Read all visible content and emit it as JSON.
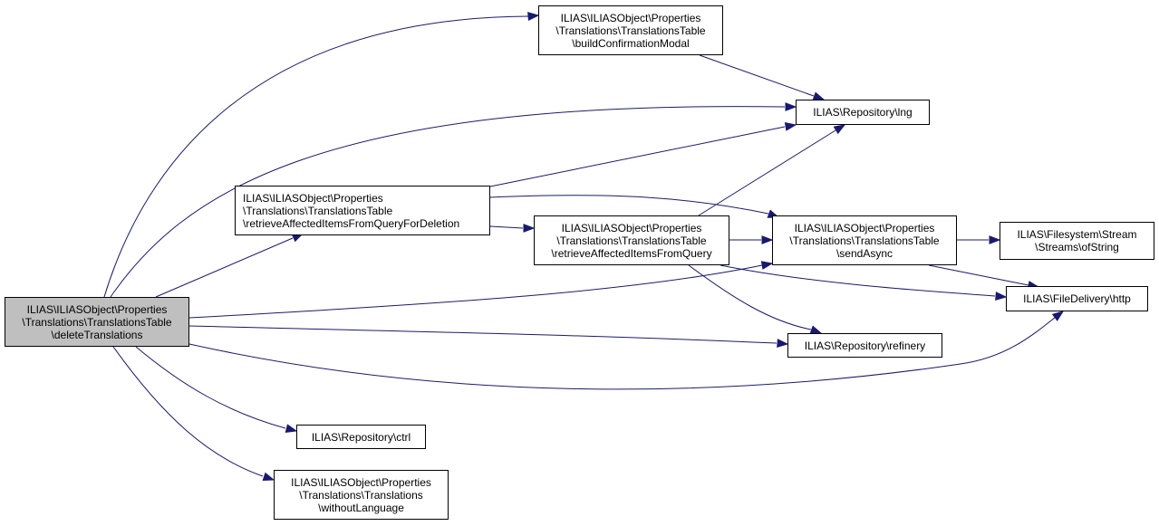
{
  "nodes": {
    "delete_translations": {
      "lines": [
        "ILIAS\\ILIASObject\\Properties",
        "\\Translations\\TranslationsTable",
        "\\deleteTranslations"
      ]
    },
    "build_confirmation_modal": {
      "lines": [
        "ILIAS\\ILIASObject\\Properties",
        "\\Translations\\TranslationsTable",
        "\\buildConfirmationModal"
      ]
    },
    "repository_lng": {
      "lines": [
        "ILIAS\\Repository\\lng"
      ]
    },
    "retrieve_for_deletion": {
      "lines": [
        "ILIAS\\ILIASObject\\Properties",
        "\\Translations\\TranslationsTable",
        "\\retrieveAffectedItemsFromQueryForDeletion"
      ]
    },
    "retrieve_from_query": {
      "lines": [
        "ILIAS\\ILIASObject\\Properties",
        "\\Translations\\TranslationsTable",
        "\\retrieveAffectedItemsFromQuery"
      ]
    },
    "send_async": {
      "lines": [
        "ILIAS\\ILIASObject\\Properties",
        "\\Translations\\TranslationsTable",
        "\\sendAsync"
      ]
    },
    "streams_of_string": {
      "lines": [
        "ILIAS\\Filesystem\\Stream",
        "\\Streams\\ofString"
      ]
    },
    "file_delivery_http": {
      "lines": [
        "ILIAS\\FileDelivery\\http"
      ]
    },
    "repository_refinery": {
      "lines": [
        "ILIAS\\Repository\\refinery"
      ]
    },
    "repository_ctrl": {
      "lines": [
        "ILIAS\\Repository\\ctrl"
      ]
    },
    "without_language": {
      "lines": [
        "ILIAS\\ILIASObject\\Properties",
        "\\Translations\\Translations",
        "\\withoutLanguage"
      ]
    }
  },
  "edges": [
    {
      "from": "delete_translations",
      "to": "build_confirmation_modal"
    },
    {
      "from": "delete_translations",
      "to": "repository_lng"
    },
    {
      "from": "delete_translations",
      "to": "retrieve_for_deletion"
    },
    {
      "from": "delete_translations",
      "to": "send_async"
    },
    {
      "from": "delete_translations",
      "to": "repository_refinery"
    },
    {
      "from": "delete_translations",
      "to": "file_delivery_http"
    },
    {
      "from": "delete_translations",
      "to": "repository_ctrl"
    },
    {
      "from": "delete_translations",
      "to": "without_language"
    },
    {
      "from": "build_confirmation_modal",
      "to": "repository_lng"
    },
    {
      "from": "retrieve_for_deletion",
      "to": "repository_lng"
    },
    {
      "from": "retrieve_for_deletion",
      "to": "send_async"
    },
    {
      "from": "retrieve_for_deletion",
      "to": "retrieve_from_query"
    },
    {
      "from": "retrieve_from_query",
      "to": "repository_lng"
    },
    {
      "from": "retrieve_from_query",
      "to": "send_async"
    },
    {
      "from": "retrieve_from_query",
      "to": "file_delivery_http"
    },
    {
      "from": "retrieve_from_query",
      "to": "repository_refinery"
    },
    {
      "from": "send_async",
      "to": "streams_of_string"
    },
    {
      "from": "send_async",
      "to": "file_delivery_http"
    }
  ]
}
